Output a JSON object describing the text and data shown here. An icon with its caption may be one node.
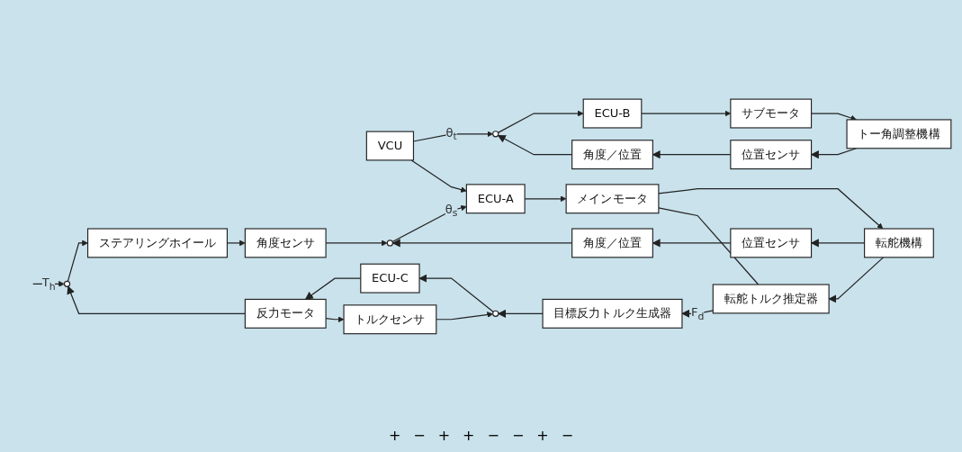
{
  "diagram": {
    "nodes": [
      {
        "text": [
          "VCU"
        ]
      },
      {
        "text": [],
        "shape": "circle"
      },
      {
        "text": [
          "ECU-B"
        ]
      },
      {
        "text": [
          "サブモータ"
        ]
      },
      {
        "text": [
          "トー角調整機構"
        ]
      },
      {
        "text": [
          "位置センサ"
        ]
      },
      {
        "text": [
          "角度／位置"
        ]
      },
      {
        "text": [],
        "shape": "circle"
      },
      {
        "text": [
          "ステアリングホイール"
        ]
      },
      {
        "text": [
          "角度センサ"
        ]
      },
      {
        "text": [],
        "shape": "circle"
      },
      {
        "text": [
          "ECU-A"
        ]
      },
      {
        "text": [
          "メインモータ"
        ]
      },
      {
        "text": [
          "転舵機構"
        ]
      },
      {
        "text": [
          "位置センサ"
        ]
      },
      {
        "text": [
          "角度／位置"
        ]
      },
      {
        "text": [
          "反力モータ"
        ]
      },
      {
        "text": [
          "ECU-C"
        ]
      },
      {
        "text": [],
        "shape": "circle"
      },
      {
        "text": [
          "目標反力トルク生成器"
        ]
      },
      {
        "text": [
          "転舵トルク推定器"
        ]
      },
      {
        "text": [
          "トルクセンサ"
        ]
      }
    ],
    "edges": [
      {
        "from": 0,
        "to": 1,
        "arrow": "to",
        "label": "θ$_{t}$"
      },
      {
        "from": 0,
        "to": 11,
        "arrow": "to"
      },
      {
        "from": 1,
        "to": 2,
        "arrow": "to"
      },
      {
        "from": 2,
        "to": 3,
        "arrow": "to"
      },
      {
        "from": 3,
        "to": 4,
        "arrow": "to"
      },
      {
        "from": 4,
        "to": 5,
        "arrow": "to"
      },
      {
        "from": 5,
        "to": 6,
        "arrow": "to"
      },
      {
        "from": 6,
        "to": 1,
        "arrow": "to"
      },
      {
        "from": null,
        "to": 7,
        "arrow": "to",
        "label": "T$_{h}$"
      },
      {
        "from": 7,
        "to": 8,
        "arrow": "to"
      },
      {
        "from": 8,
        "to": 9,
        "arrow": "to"
      },
      {
        "from": 9,
        "to": 10,
        "arrow": "to"
      },
      {
        "from": 10,
        "to": 11,
        "arrow": "to",
        "label": "θ$_{s}$"
      },
      {
        "from": 11,
        "to": 12,
        "arrow": "to"
      },
      {
        "from": 12,
        "to": 13,
        "arrow": "to"
      },
      {
        "from": 13,
        "to": 14,
        "arrow": "to"
      },
      {
        "from": 14,
        "to": 15,
        "arrow": "to"
      },
      {
        "from": 15,
        "to": 10,
        "arrow": "to"
      },
      {
        "from": 13,
        "to": 20,
        "arrow": "to"
      },
      {
        "from": 12,
        "to": 20,
        "arrow": "none"
      },
      {
        "from": 20,
        "to": 19,
        "arrow": "to",
        "label": "F$_{d}$"
      },
      {
        "from": 19,
        "to": 18,
        "arrow": "to"
      },
      {
        "from": 18,
        "to": 17,
        "arrow": "to"
      },
      {
        "from": 17,
        "to": 16,
        "arrow": "to"
      },
      {
        "from": 16,
        "to": 7,
        "arrow": "to"
      },
      {
        "from": 16,
        "to": 21,
        "arrow": "to"
      },
      {
        "from": 21,
        "to": 18,
        "arrow": "to"
      }
    ],
    "labels": [
      "+",
      "−",
      "+",
      "+",
      "−",
      "−",
      "+",
      "−"
    ]
  }
}
